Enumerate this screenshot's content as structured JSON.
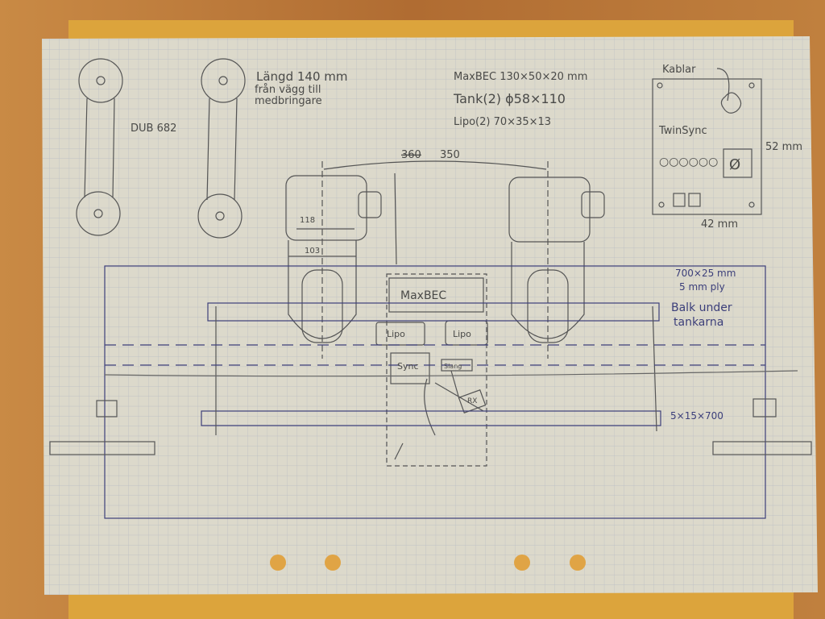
{
  "colors": {
    "wood": "#b9773a",
    "folder": "#dca43c",
    "paper": "#dcd9cb",
    "grid": "#b8bcc4",
    "pencil": "#4a4a48",
    "ink": "#3c3f7a"
  },
  "notes": {
    "length_line1": "Längd 140 mm",
    "length_line2": "från vägg till",
    "length_line3": "medbringare",
    "servo_label": "DUB 682",
    "spec_maxbec": "MaxBEC 130×50×20 mm",
    "spec_tank": "Tank(2) ϕ58×110",
    "spec_lipo": "Lipo(2) 70×35×13",
    "spacing_old": "360",
    "spacing_new": "350",
    "dim_118": "118",
    "dim_103": "103"
  },
  "twinsync": {
    "cables_label": "Kablar",
    "title": "TwinSync",
    "leds": "○○○○○○",
    "switch": "Ø",
    "height": "52 mm",
    "width": "42 mm"
  },
  "board": {
    "maxbec": "MaxBEC",
    "lipo_left": "Lipo",
    "lipo_right": "Lipo",
    "sync": "Sync",
    "slang": "Slang",
    "rx": "RX",
    "ply_dims": "700×25 mm",
    "ply": "5 mm ply",
    "beam_line1": "Balk under",
    "beam_line2": "tankarna",
    "rail": "5×15×700"
  }
}
